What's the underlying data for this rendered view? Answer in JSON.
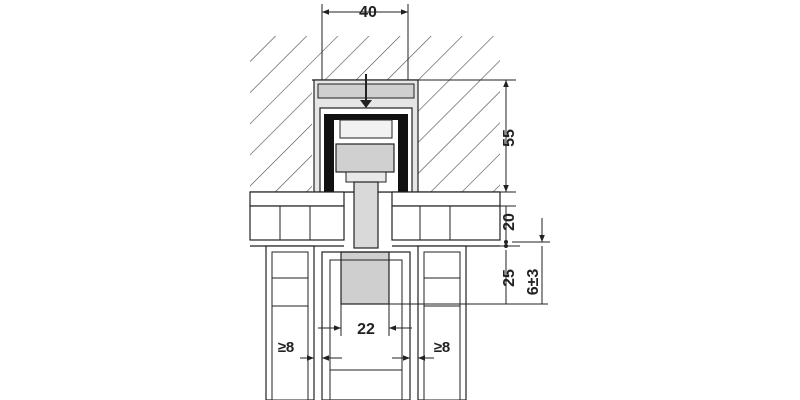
{
  "dimensions": {
    "top_width": "40",
    "ceiling_depth": "55",
    "gap_upper": "20",
    "gap_lower": "25",
    "offset": "6±3",
    "hanger_width": "22",
    "clearance_left": "≥8",
    "clearance_right": "≥8"
  },
  "colors": {
    "line": "#222222",
    "hatch": "#555555",
    "fill_gray": "#d9d9d9",
    "fill_dark": "#111111",
    "fill_light": "#f0f0f0"
  }
}
